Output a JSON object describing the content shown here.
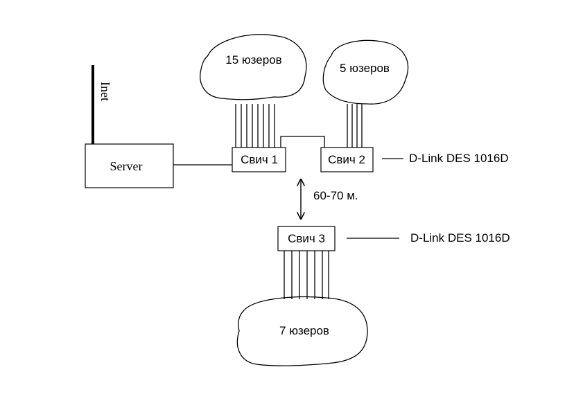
{
  "server": {
    "label": "Server"
  },
  "antenna": {
    "label": "Inet"
  },
  "switches": [
    {
      "label": "Свич 1"
    },
    {
      "label": "Свич 2"
    },
    {
      "label": "Свич 3"
    }
  ],
  "clouds": [
    {
      "label": "15 юзеров"
    },
    {
      "label": "5 юзеров"
    },
    {
      "label": "7 юзеров"
    }
  ],
  "models": [
    {
      "label": "D-Link DES 1016D"
    },
    {
      "label": "D-Link DES 1016D"
    }
  ],
  "distance": {
    "label": "60-70 м."
  }
}
